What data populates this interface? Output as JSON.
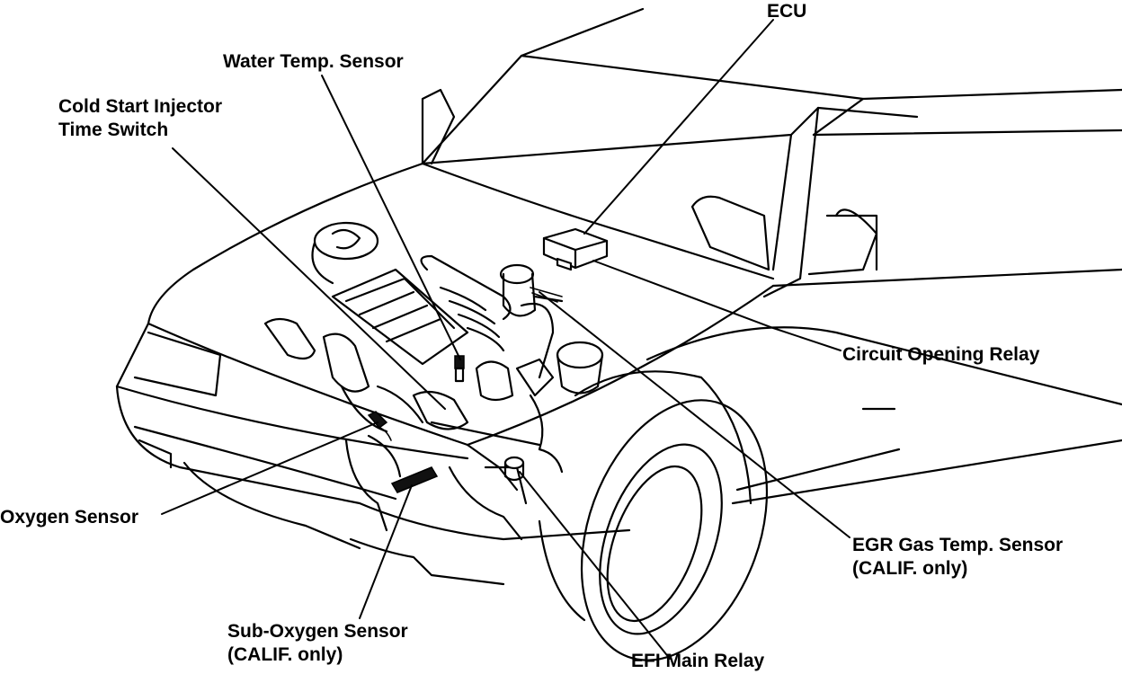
{
  "labels": {
    "ecu": "ECU",
    "water_temp_sensor": "Water Temp. Sensor",
    "cold_start_line1": "Cold Start Injector",
    "cold_start_line2": "Time Switch",
    "circuit_opening_relay": "Circuit Opening Relay",
    "egr_line1": "EGR Gas Temp. Sensor",
    "egr_line2": "(CALIF. only)",
    "oxygen_sensor": "Oxygen Sensor",
    "sub_oxygen_line1": "Sub-Oxygen Sensor",
    "sub_oxygen_line2": "(CALIF. only)",
    "efi_main_relay": "EFI Main Relay"
  },
  "colors": {
    "ink": "#000000",
    "paper": "#ffffff"
  }
}
